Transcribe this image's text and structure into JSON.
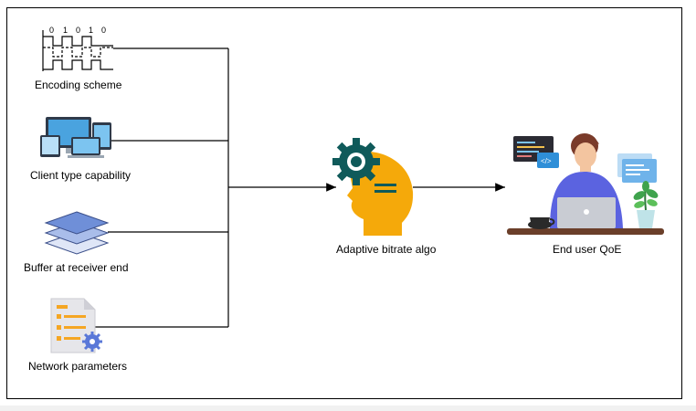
{
  "diagram": {
    "inputs": [
      {
        "id": "encoding",
        "label": "Encoding scheme",
        "bits": [
          "0",
          "1",
          "0",
          "1",
          "0"
        ]
      },
      {
        "id": "client",
        "label": "Client type capability"
      },
      {
        "id": "buffer",
        "label": "Buffer at receiver end"
      },
      {
        "id": "network",
        "label": "Network parameters"
      }
    ],
    "algorithm": {
      "label": "Adaptive bitrate algo"
    },
    "output": {
      "label": "End user QoE"
    }
  },
  "colors": {
    "line": "#000000",
    "gear": "#0f5a5a",
    "head": "#f5a90a",
    "device_blue": "#4aa3df",
    "layer_blue": "#6f8fd8",
    "doc_orange": "#f5a623",
    "shirt": "#5b63e0"
  }
}
